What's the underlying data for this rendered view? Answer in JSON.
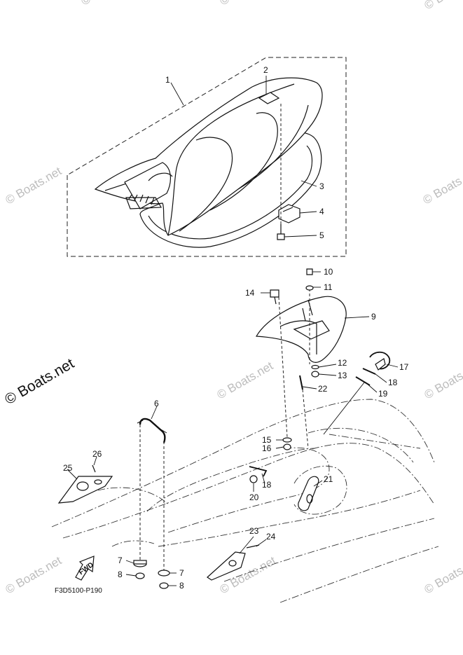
{
  "watermark": {
    "text": "© Boats.net",
    "primary_text": "© Boats.net"
  },
  "diagram_code": "F3D5100-P190",
  "fwd_label": "FWD",
  "callouts": [
    {
      "id": "1",
      "label": "1"
    },
    {
      "id": "2",
      "label": "2"
    },
    {
      "id": "3",
      "label": "3"
    },
    {
      "id": "4",
      "label": "4"
    },
    {
      "id": "5",
      "label": "5"
    },
    {
      "id": "6",
      "label": "6"
    },
    {
      "id": "7a",
      "label": "7"
    },
    {
      "id": "7b",
      "label": "7"
    },
    {
      "id": "8a",
      "label": "8"
    },
    {
      "id": "8b",
      "label": "8"
    },
    {
      "id": "9",
      "label": "9"
    },
    {
      "id": "10",
      "label": "10"
    },
    {
      "id": "11",
      "label": "11"
    },
    {
      "id": "12",
      "label": "12"
    },
    {
      "id": "13",
      "label": "13"
    },
    {
      "id": "14",
      "label": "14"
    },
    {
      "id": "15",
      "label": "15"
    },
    {
      "id": "16",
      "label": "16"
    },
    {
      "id": "17",
      "label": "17"
    },
    {
      "id": "18a",
      "label": "18"
    },
    {
      "id": "18b",
      "label": "18"
    },
    {
      "id": "19",
      "label": "19"
    },
    {
      "id": "20",
      "label": "20"
    },
    {
      "id": "21",
      "label": "21"
    },
    {
      "id": "22",
      "label": "22"
    },
    {
      "id": "23",
      "label": "23"
    },
    {
      "id": "24",
      "label": "24"
    },
    {
      "id": "25",
      "label": "25"
    },
    {
      "id": "26",
      "label": "26"
    }
  ]
}
